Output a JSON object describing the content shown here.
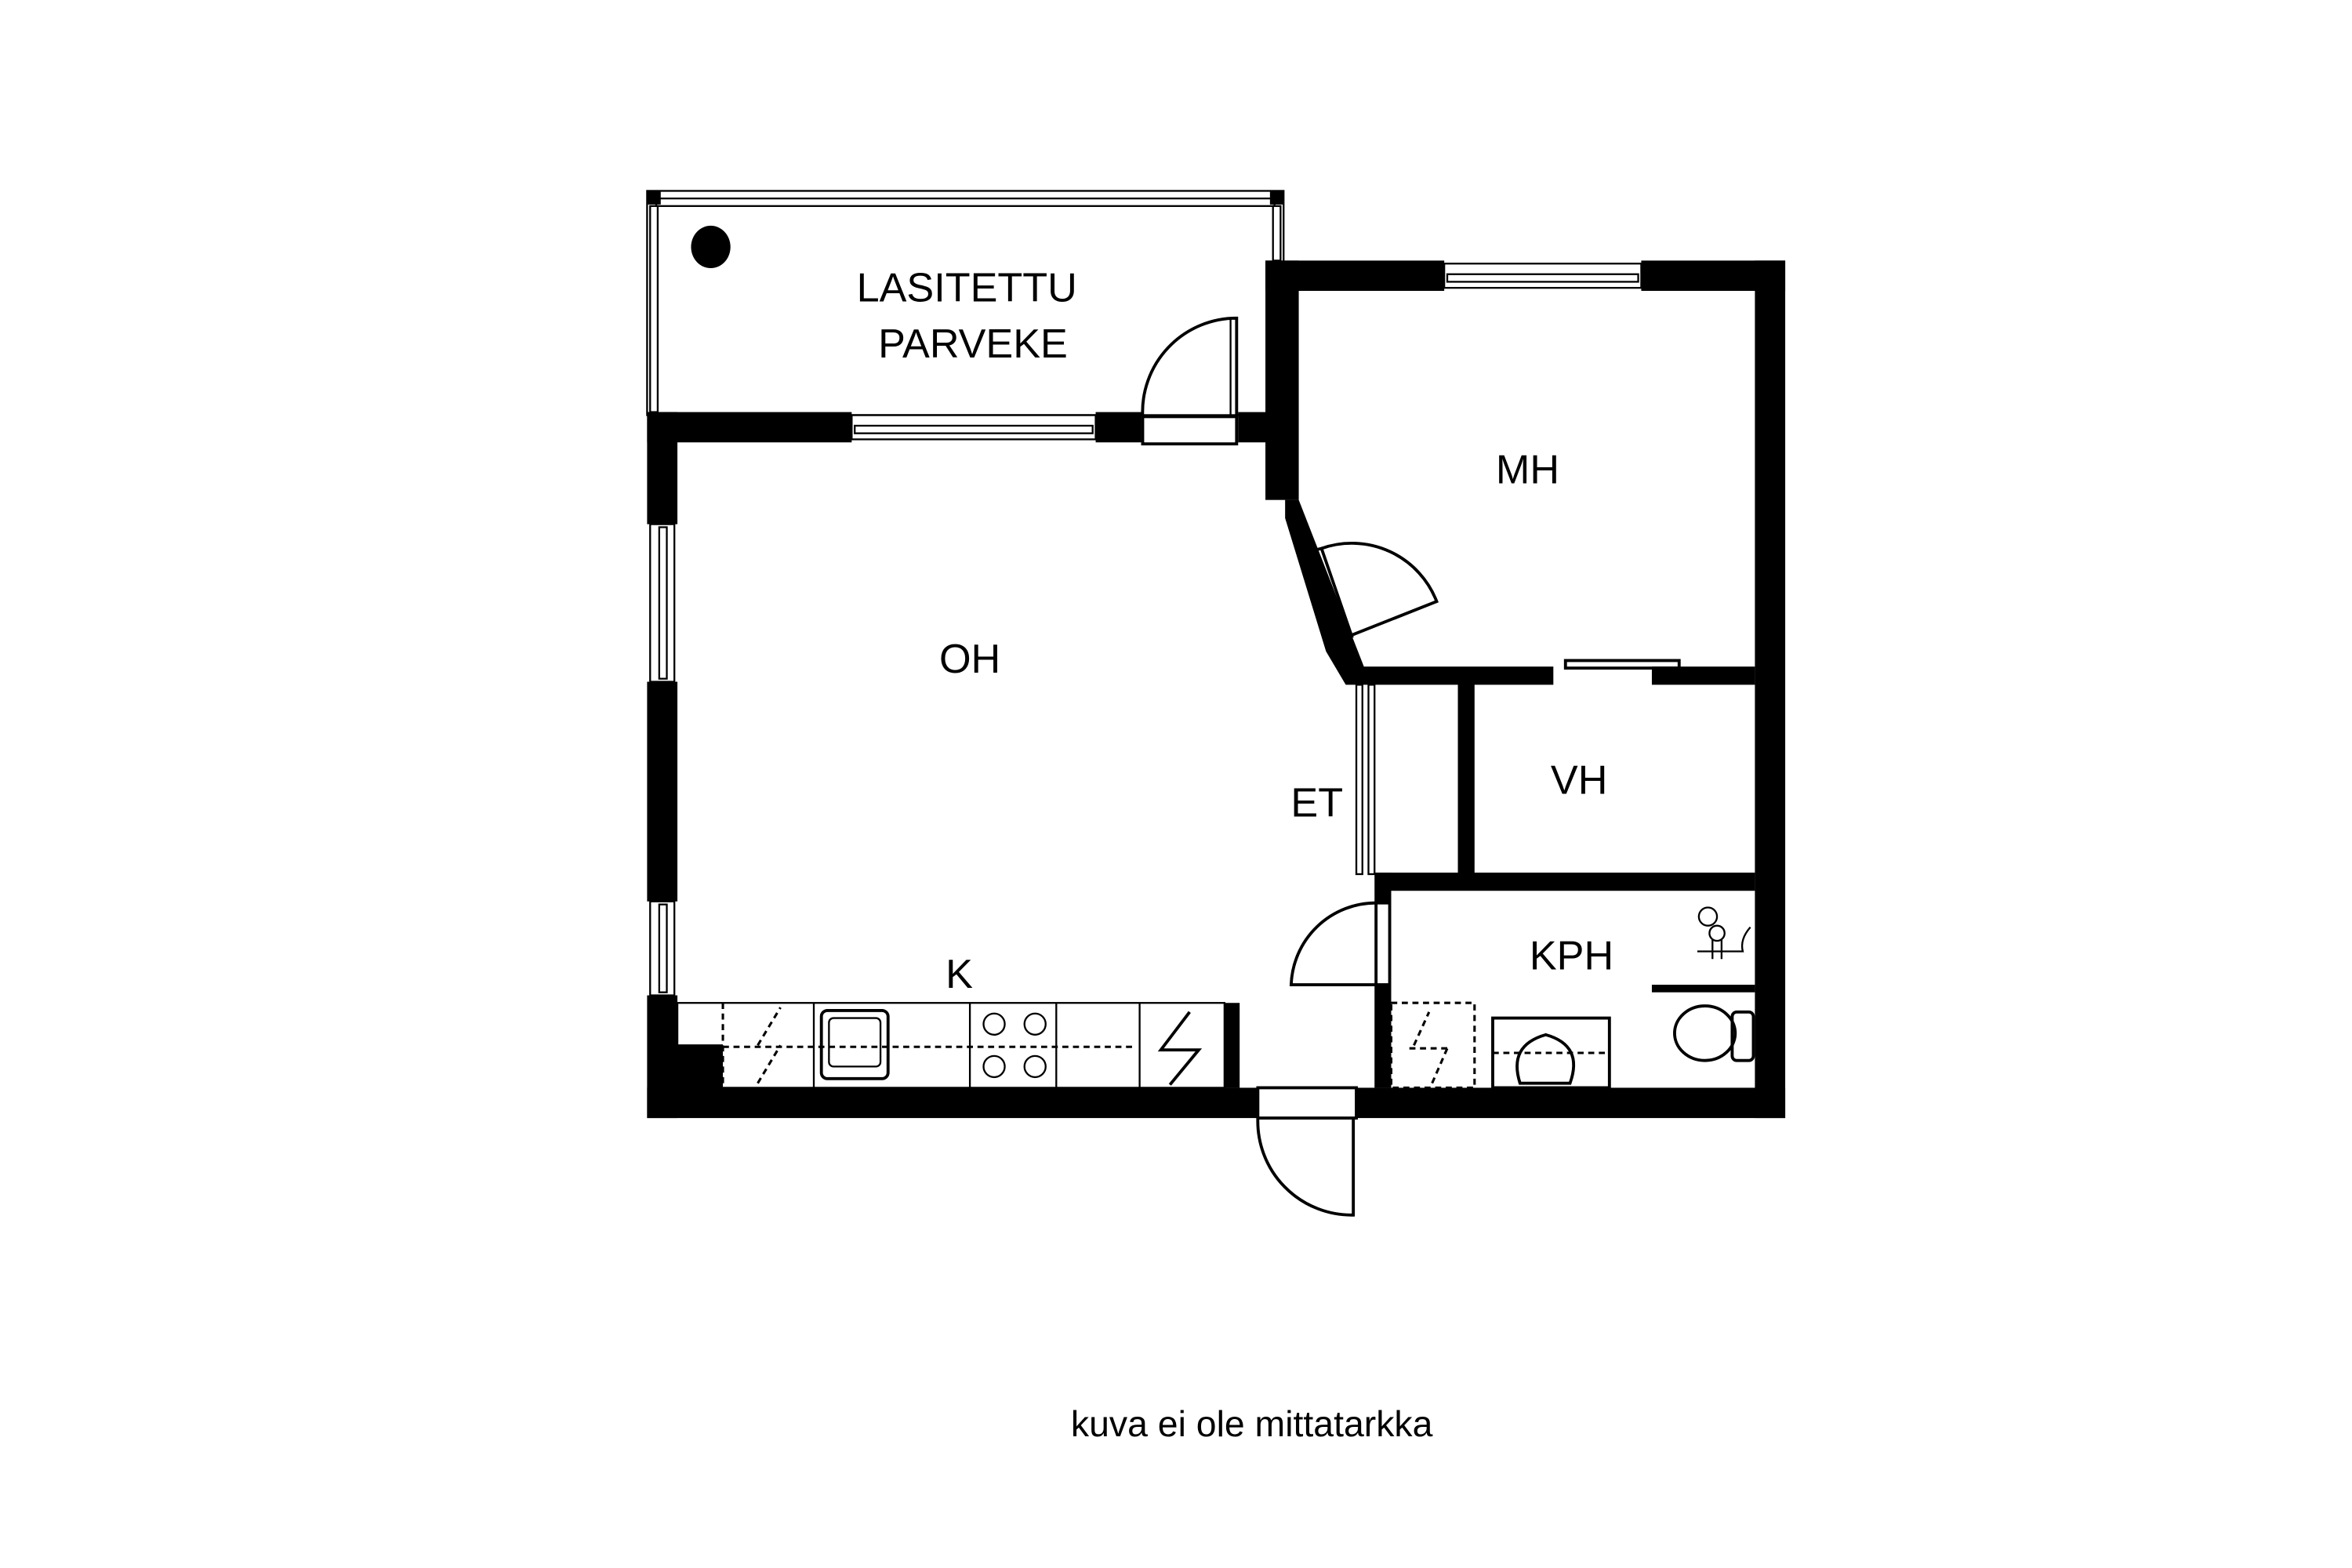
{
  "rooms": {
    "balcony_line1": "LASITETTU",
    "balcony_line2": "PARVEKE",
    "bedroom": "MH",
    "living": "OH",
    "hall": "ET",
    "closet": "VH",
    "bathroom": "KPH",
    "kitchen": "K"
  },
  "footer_note": "kuva ei ole mittatarkka",
  "colors": {
    "wall": "#000000",
    "background": "#ffffff"
  }
}
